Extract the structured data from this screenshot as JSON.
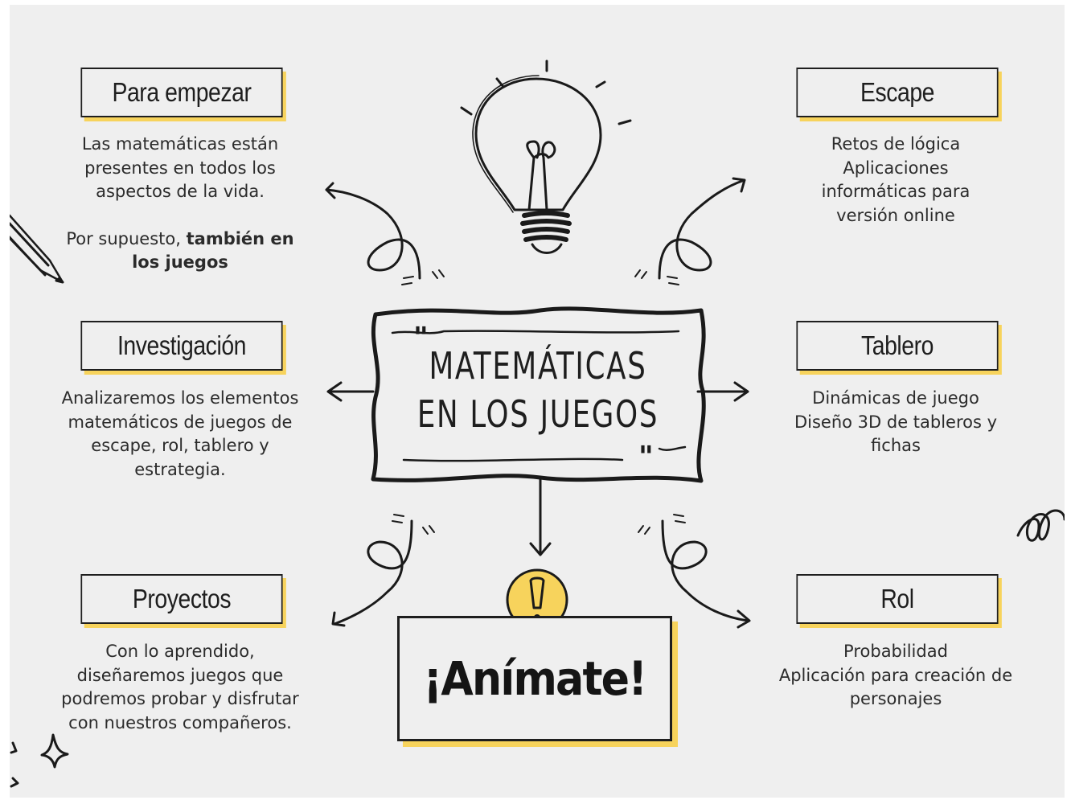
{
  "center": {
    "line1": "MATEMÁTICAS",
    "line2": "EN LOS JUEGOS"
  },
  "cards": {
    "para_empezar": {
      "title": "Para empezar",
      "p1": "Las matemáticas están presentes en todos los aspectos de la vida.",
      "p2_prefix": "Por supuesto, ",
      "p2_bold": "también en los juegos"
    },
    "investigacion": {
      "title": "Investigación",
      "text": "Analizaremos los elementos matemáticos de juegos de escape, rol, tablero y estrategia."
    },
    "proyectos": {
      "title": "Proyectos",
      "text": "Con lo aprendido, diseñaremos juegos que podremos probar y disfrutar con nuestros compañeros."
    },
    "escape": {
      "title": "Escape",
      "line1": "Retos de lógica",
      "line2": "Aplicaciones informáticas para versión online"
    },
    "tablero": {
      "title": "Tablero",
      "line1": "Dinámicas de juego",
      "line2": "Diseño 3D de tableros y fichas"
    },
    "rol": {
      "title": "Rol",
      "line1": "Probabilidad",
      "line2": "Aplicación para creación de personajes"
    }
  },
  "cta": {
    "label": "¡Anímate!"
  },
  "colors": {
    "background": "#efefef",
    "ink": "#1e1e1e",
    "accent_yellow": "#f7d35c"
  },
  "icons": [
    "lightbulb-icon",
    "pencil-icon",
    "exclamation-badge-icon",
    "sparkle-star-icon",
    "loop-doodle-icon"
  ]
}
